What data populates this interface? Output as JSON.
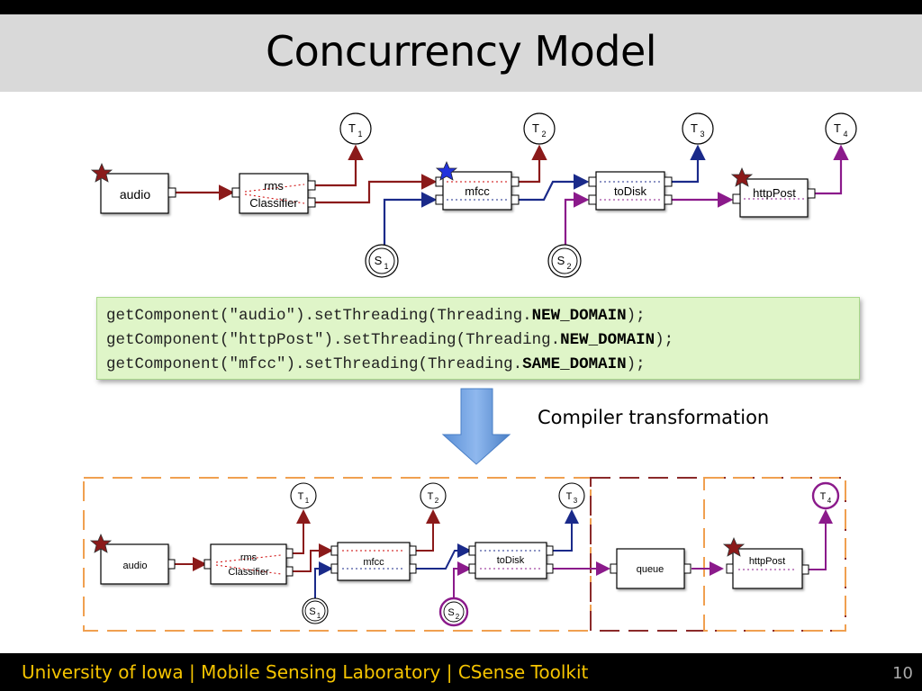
{
  "slide": {
    "title": "Concurrency Model",
    "caption": "Compiler transformation",
    "footer": "University of Iowa | Mobile Sensing Laboratory | CSense Toolkit",
    "page_number": "10"
  },
  "code": {
    "lines": [
      {
        "pre": "getComponent(\"audio\").setThreading(Threading.",
        "kw": "NEW_DOMAIN",
        "post": ");"
      },
      {
        "pre": "getComponent(\"httpPost\").setThreading(Threading.",
        "kw": "NEW_DOMAIN",
        "post": ");"
      },
      {
        "pre": "getComponent(\"mfcc\").setThreading(Threading.",
        "kw": "SAME_DOMAIN",
        "post": ");"
      }
    ]
  },
  "top_diagram": {
    "components": {
      "audio": "audio",
      "rms1": "rms",
      "rms2": "Classifier",
      "mfcc": "mfcc",
      "todisk": "toDisk",
      "httppost": "httpPost"
    },
    "tasks": {
      "t1": "T",
      "t2": "T",
      "t3": "T",
      "t4": "T",
      "s1": "S",
      "s2": "S"
    },
    "subscripts": {
      "t1": "1",
      "t2": "2",
      "t3": "3",
      "t4": "4",
      "s1": "1",
      "s2": "2"
    }
  },
  "bottom_diagram": {
    "components": {
      "audio": "audio",
      "rms1": "rms",
      "rms2": "Classifier",
      "mfcc": "mfcc",
      "todisk": "toDisk",
      "queue": "queue",
      "httppost": "httpPost"
    },
    "tasks": {
      "t1": "T",
      "t2": "T",
      "t3": "T",
      "t4": "T",
      "s1": "S",
      "s2": "S"
    },
    "subscripts": {
      "t1": "1",
      "t2": "2",
      "t3": "3",
      "t4": "4",
      "s1": "1",
      "s2": "2"
    }
  },
  "colors": {
    "red_flow": "#8b1a1a",
    "blue_flow": "#1a2a8a",
    "purple_flow": "#8b1a8b",
    "orange_domain": "#f0a050",
    "dark_red_domain": "#8b2a2a",
    "code_bg": "#dff5c8",
    "footer_text": "#f5c400"
  }
}
